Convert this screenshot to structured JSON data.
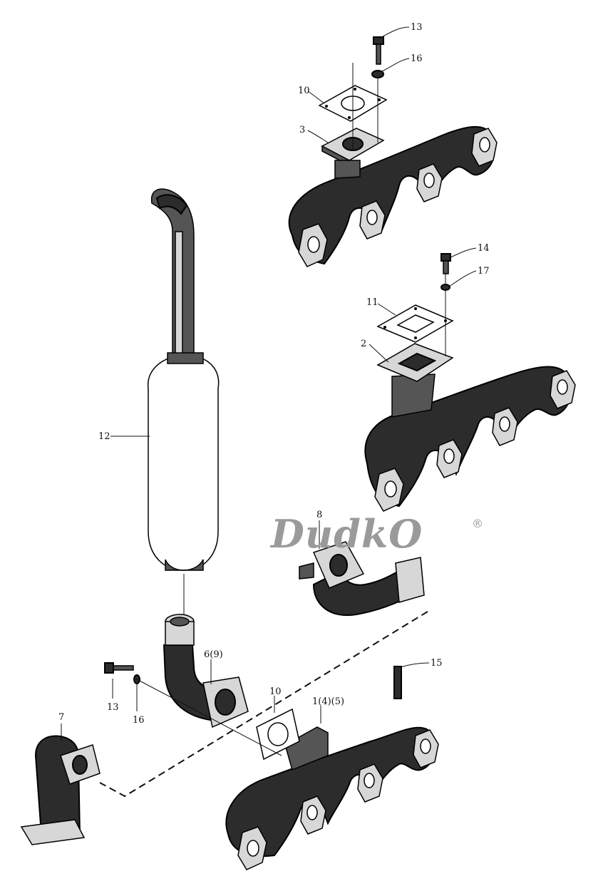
{
  "callouts": {
    "c13_top": "13",
    "c16_top": "16",
    "c10_top": "10",
    "c3": "3",
    "c14": "14",
    "c17": "17",
    "c11": "11",
    "c2": "2",
    "c12": "12",
    "c8": "8",
    "c15": "15",
    "c6_9": "6(9)",
    "c10_bottom": "10",
    "c1_4_5": "1(4)(5)",
    "c13_bottom": "13",
    "c16_bottom": "16",
    "c7": "7"
  },
  "watermark": {
    "text": "DudkO",
    "registered": "®"
  }
}
